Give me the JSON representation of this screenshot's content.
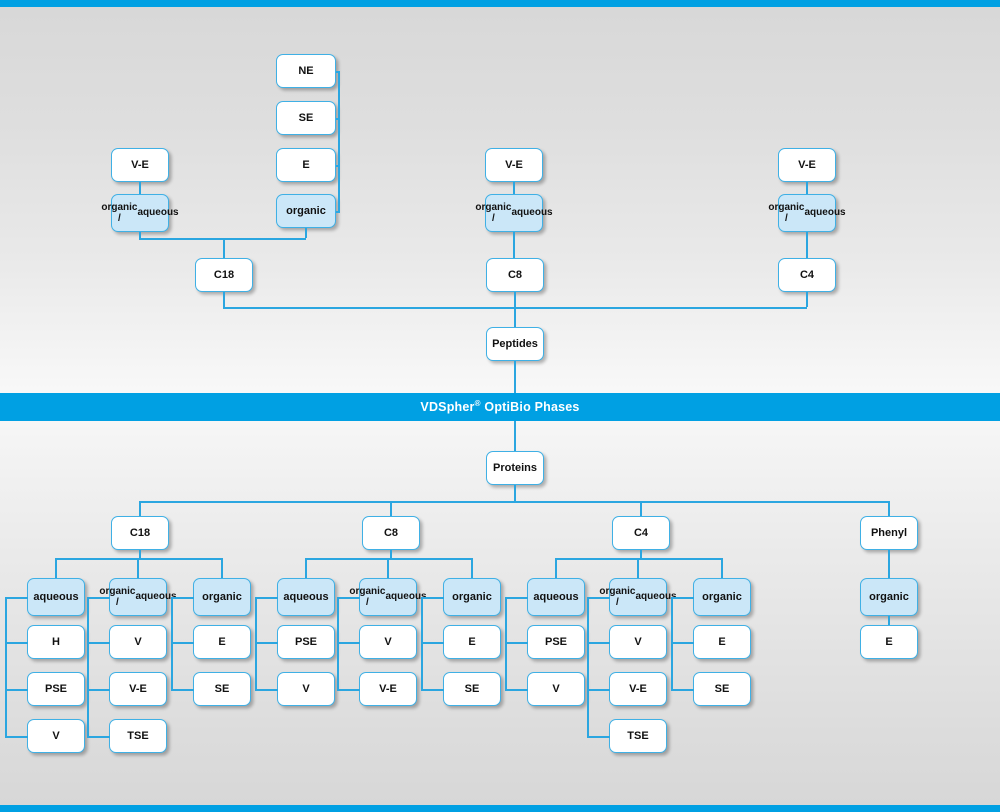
{
  "banner": {
    "text_main": "VDSpher",
    "text_sup": "®",
    "text_rest": " OptiBio Phases"
  },
  "colors": {
    "accent": "#00a0e3",
    "line": "#2ba6e0",
    "box_border": "#3fb0e5",
    "box_fill": "#ffffff",
    "box_fill_blue": "#cbe7f8",
    "background_top": "#d8d8d8",
    "background_bottom": "#d7d7d7"
  },
  "peptides": {
    "root_label": "Peptides",
    "columns": [
      {
        "chain_label": "C18",
        "ve_label": "V-E",
        "org_aq_label": "organic /\naqueous",
        "organic_label": "organic",
        "organic_children": [
          "NE",
          "SE",
          "E"
        ]
      },
      {
        "chain_label": "C8",
        "ve_label": "V-E",
        "org_aq_label": "organic /\naqueous"
      },
      {
        "chain_label": "C4",
        "ve_label": "V-E",
        "org_aq_label": "organic /\naqueous"
      }
    ]
  },
  "proteins": {
    "root_label": "Proteins",
    "groups": [
      {
        "name": "C18",
        "columns": [
          {
            "header": "aqueous",
            "items": [
              "H",
              "PSE",
              "V"
            ]
          },
          {
            "header": "organic /\naqueous",
            "items": [
              "V",
              "V-E",
              "TSE"
            ]
          },
          {
            "header": "organic",
            "items": [
              "E",
              "SE"
            ]
          }
        ]
      },
      {
        "name": "C8",
        "columns": [
          {
            "header": "aqueous",
            "items": [
              "PSE",
              "V"
            ]
          },
          {
            "header": "organic /\naqueous",
            "items": [
              "V",
              "V-E"
            ]
          },
          {
            "header": "organic",
            "items": [
              "E",
              "SE"
            ]
          }
        ]
      },
      {
        "name": "C4",
        "columns": [
          {
            "header": "aqueous",
            "items": [
              "PSE",
              "V"
            ]
          },
          {
            "header": "organic /\naqueous",
            "items": [
              "V",
              "V-E",
              "TSE"
            ]
          },
          {
            "header": "organic",
            "items": [
              "E",
              "SE"
            ]
          }
        ]
      },
      {
        "name": "Phenyl",
        "columns": [
          {
            "header": "organic",
            "items": [
              "E"
            ]
          }
        ]
      }
    ]
  }
}
